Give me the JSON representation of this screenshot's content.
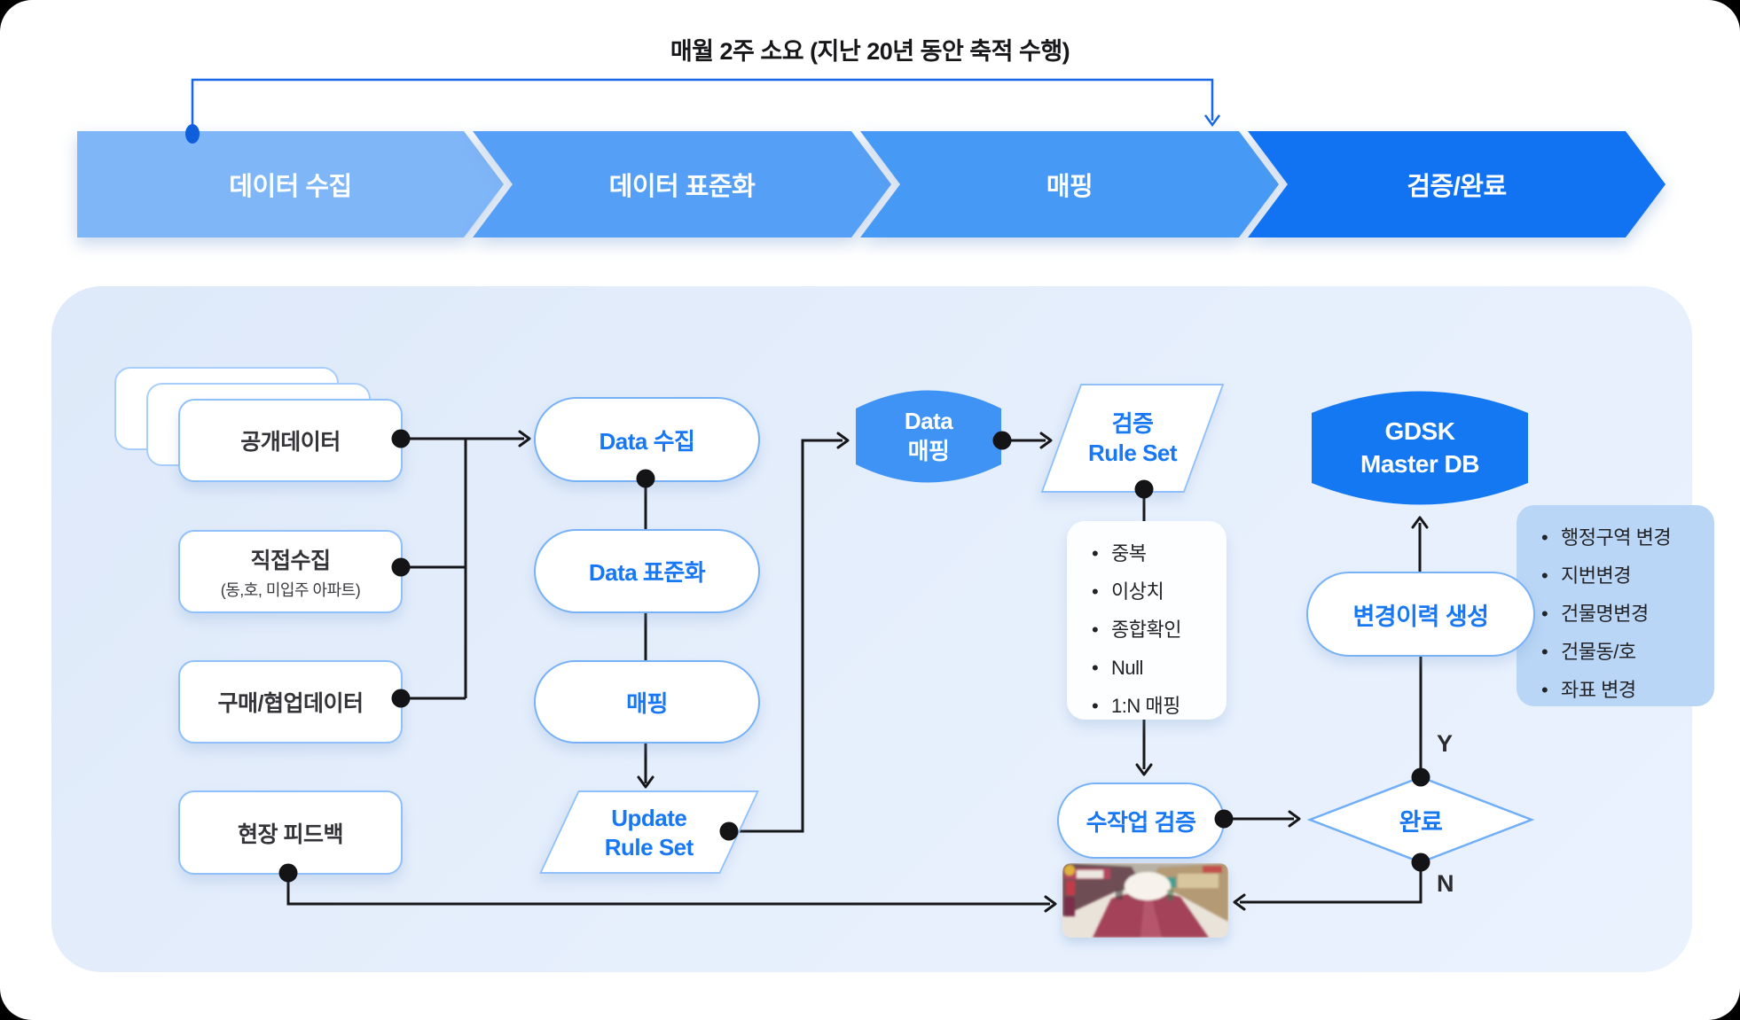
{
  "timeline_note": "매월 2주 소요 (지난 20년 동안 축적 수행)",
  "stages": [
    {
      "label": "데이터 수집"
    },
    {
      "label": "데이터 표준화"
    },
    {
      "label": "매핑"
    },
    {
      "label": "검증/완료"
    }
  ],
  "sources": [
    {
      "label": "공개데이터"
    },
    {
      "label": "직접수집",
      "sublabel": "(동,호, 미입주 아파트)"
    },
    {
      "label": "구매/협업데이터"
    },
    {
      "label": "현장 피드백"
    }
  ],
  "process": {
    "collect": "Data 수집",
    "standardize": "Data 표준화",
    "mapping": "매핑",
    "update_rule_set": {
      "line1": "Update",
      "line2": "Rule Set"
    }
  },
  "mapping_db": {
    "line1": "Data",
    "line2": "매핑"
  },
  "verify_rule_set": {
    "line1": "검증",
    "line2": "Rule Set"
  },
  "checks": [
    "중복",
    "이상치",
    "종합확인",
    "Null",
    "1:N 매핑"
  ],
  "manual_verify": "수작업 검증",
  "decision": {
    "label": "완료",
    "yes": "Y",
    "no": "N"
  },
  "master_db": {
    "line1": "GDSK",
    "line2": "Master DB"
  },
  "change_history": "변경이력 생성",
  "changes": [
    "행정구역 변경",
    "지번변경",
    "건물명변경",
    "건물동/호",
    "좌표 변경"
  ],
  "colors": {
    "stage1": "#7FB6F8",
    "stage2": "#55A0F6",
    "stage3": "#469AF6",
    "stage4": "#1273F2",
    "accent_blue": "#1878F4",
    "mapping_db_fill": "#3E93F5",
    "master_db_fill": "#1478F2",
    "container_bg": "#E3EDFB",
    "connector": "#17171a",
    "bracket": "#1668E6"
  }
}
